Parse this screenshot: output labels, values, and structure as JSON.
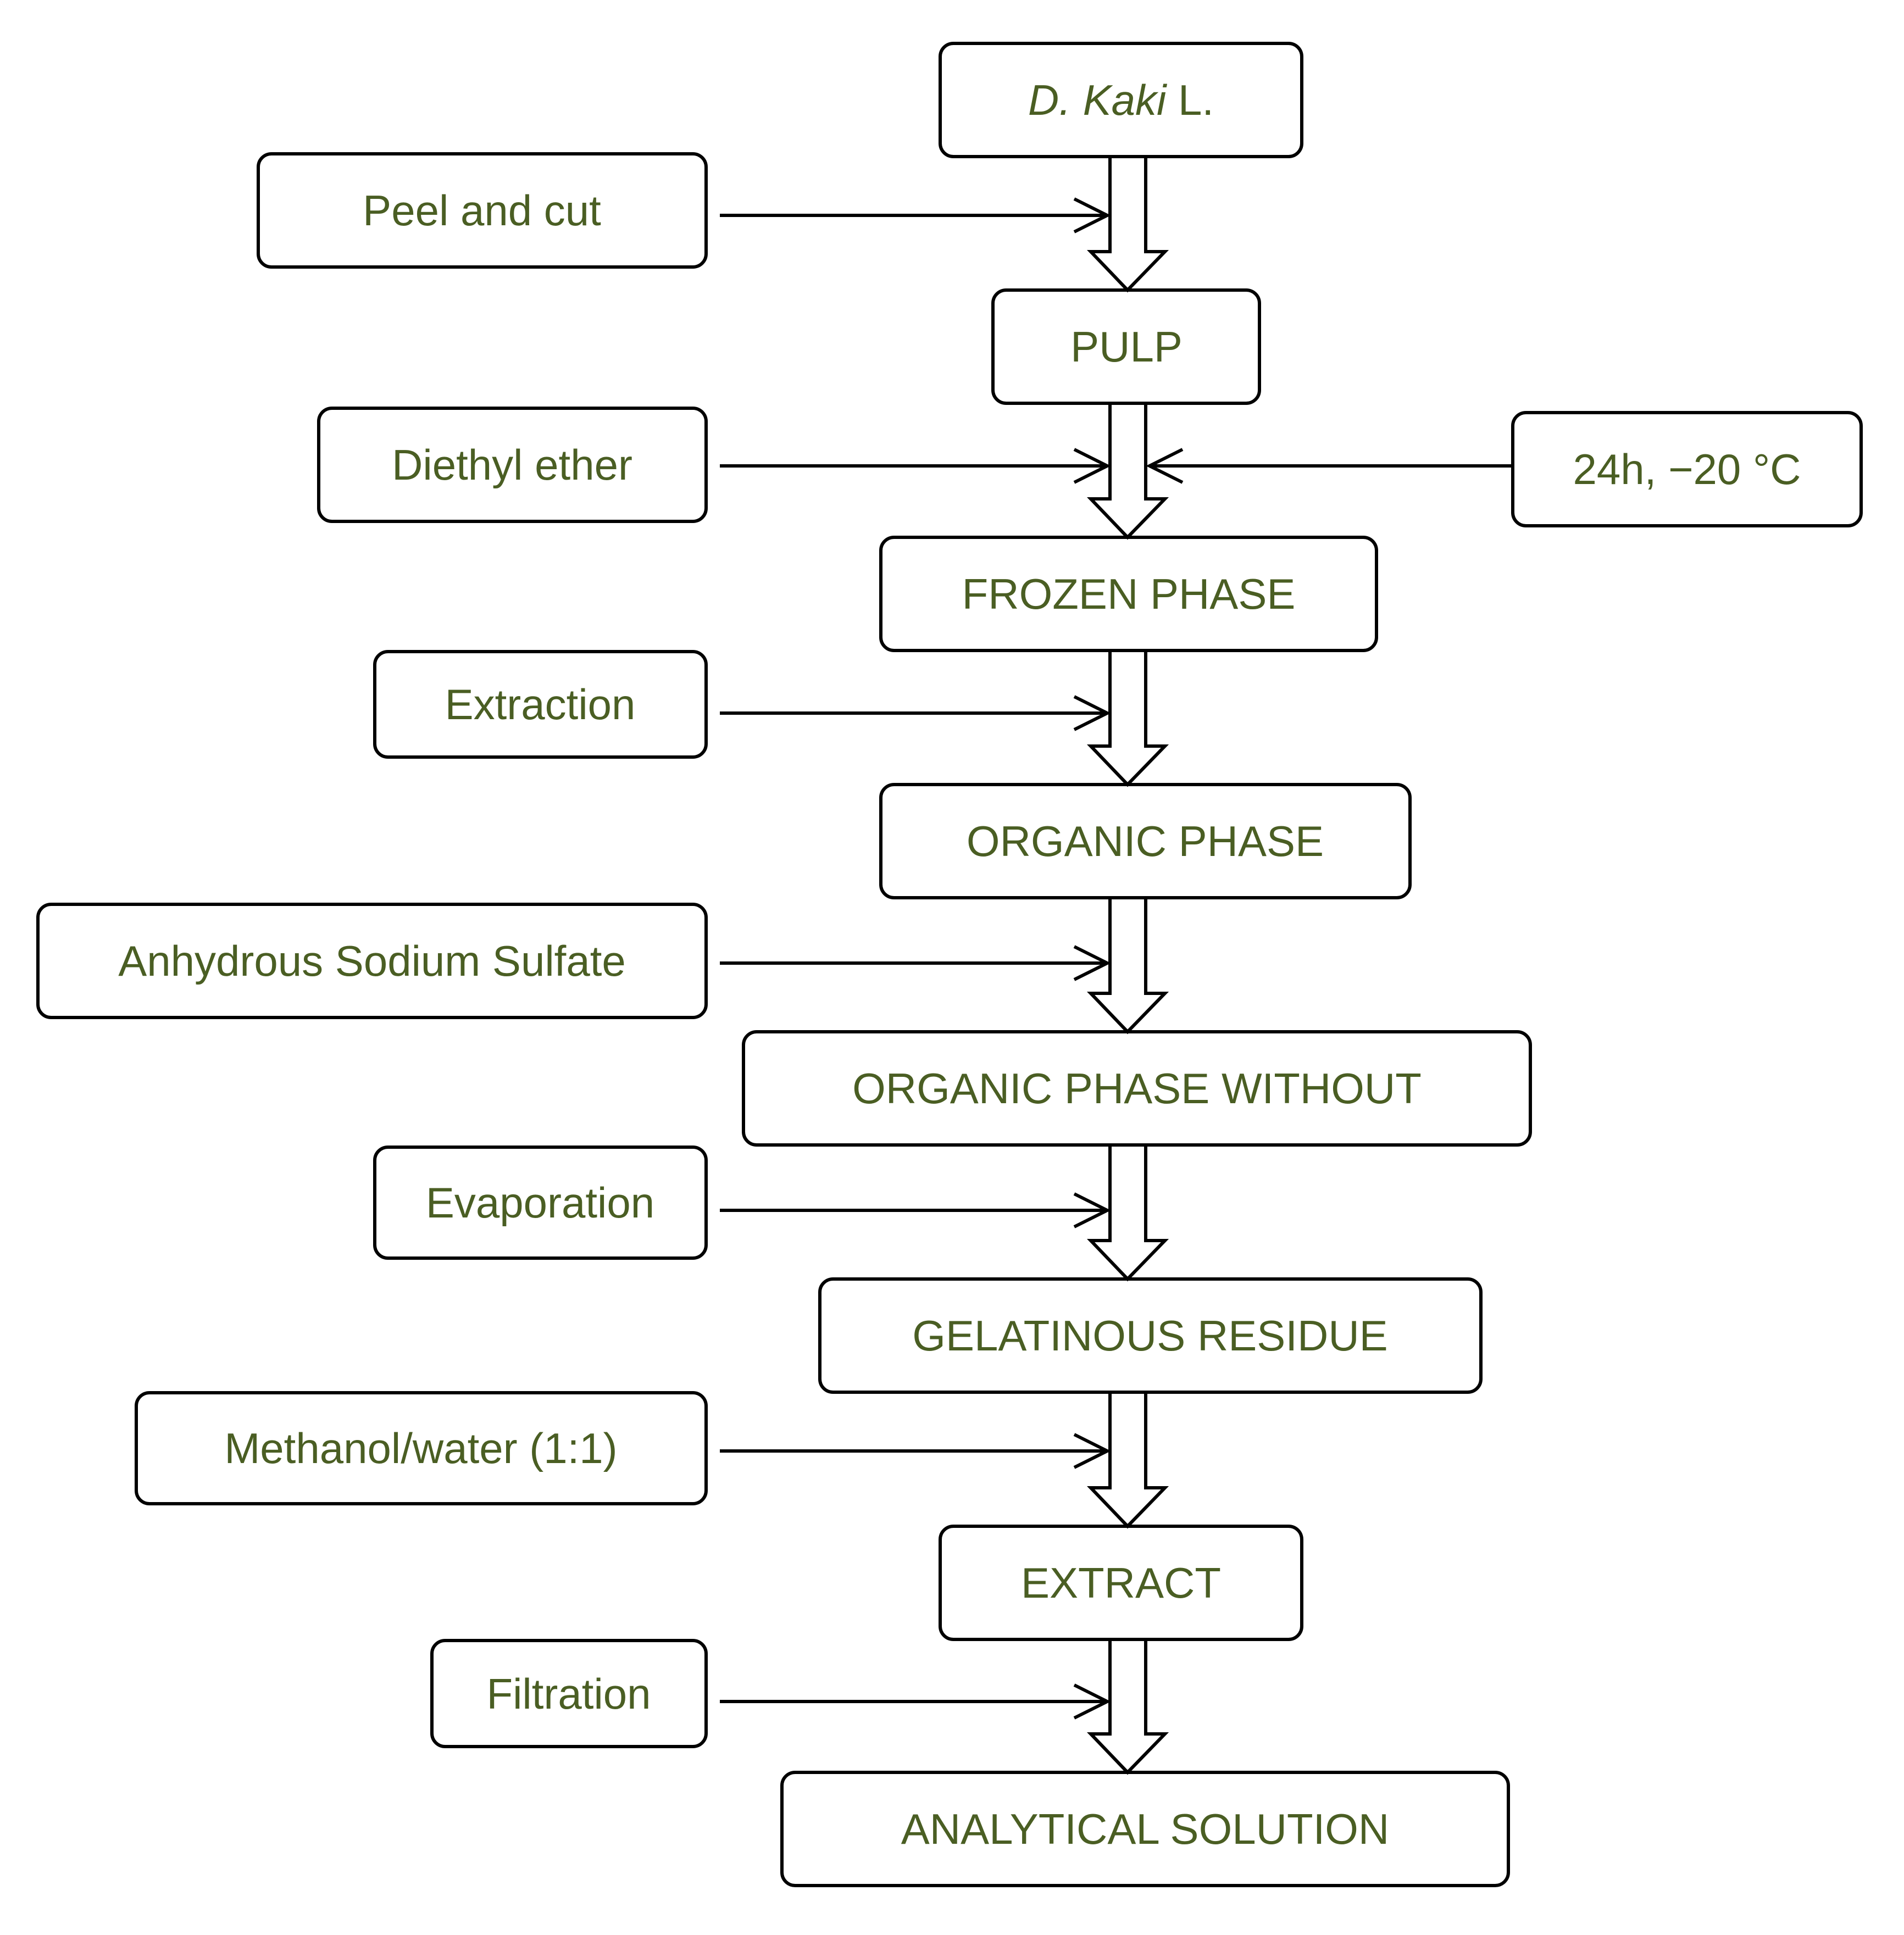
{
  "main_steps": [
    {
      "id": "dkaki",
      "species": "D. Kaki",
      "suffix": " L."
    },
    {
      "id": "pulp",
      "label": "PULP"
    },
    {
      "id": "frozen",
      "label": "FROZEN PHASE"
    },
    {
      "id": "organic",
      "label": "ORGANIC PHASE"
    },
    {
      "id": "organic-without",
      "label": "ORGANIC PHASE WITHOUT"
    },
    {
      "id": "gelatinous",
      "label": "GELATINOUS RESIDUE"
    },
    {
      "id": "extract",
      "label": "EXTRACT"
    },
    {
      "id": "analytical",
      "label": "ANALYTICAL SOLUTION"
    }
  ],
  "side_steps": [
    {
      "id": "peel",
      "label": "Peel and cut"
    },
    {
      "id": "diethyl",
      "label": "Diethyl ether"
    },
    {
      "id": "conditions",
      "label": "24h, −20 °C"
    },
    {
      "id": "extraction",
      "label": "Extraction"
    },
    {
      "id": "sodium",
      "label": "Anhydrous Sodium Sulfate"
    },
    {
      "id": "evaporation",
      "label": "Evaporation"
    },
    {
      "id": "methanol",
      "label": "Methanol/water (1:1)"
    },
    {
      "id": "filtration",
      "label": "Filtration"
    }
  ],
  "colors": {
    "text": "#4a5e23",
    "stroke": "#000000"
  }
}
